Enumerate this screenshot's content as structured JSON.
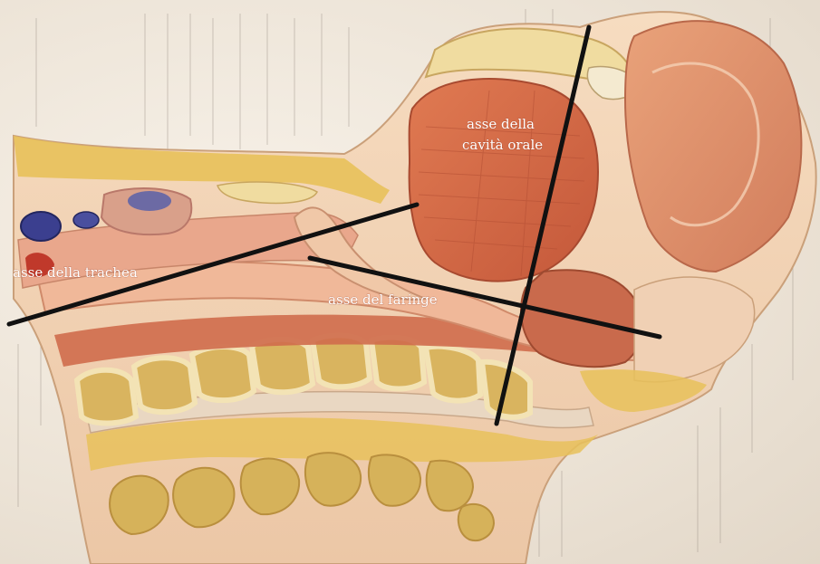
{
  "diagram": {
    "labels": {
      "oral_axis_line1": "asse della",
      "oral_axis_line2": "cavità orale",
      "trachea_axis": "asse della trachea",
      "pharynx_axis": "asse del faringe"
    },
    "colors": {
      "axis_line": "#111111",
      "muscle": "#d9754f",
      "muscle_dark": "#b8543a",
      "fat": "#e8c15a",
      "bone": "#f0dca0",
      "vertebra": "#d6b25a",
      "skin": "#f3d6b8",
      "mucosa": "#e8a78c",
      "vessel_blue": "#3b3f8f",
      "vessel_red": "#c0392b"
    }
  }
}
